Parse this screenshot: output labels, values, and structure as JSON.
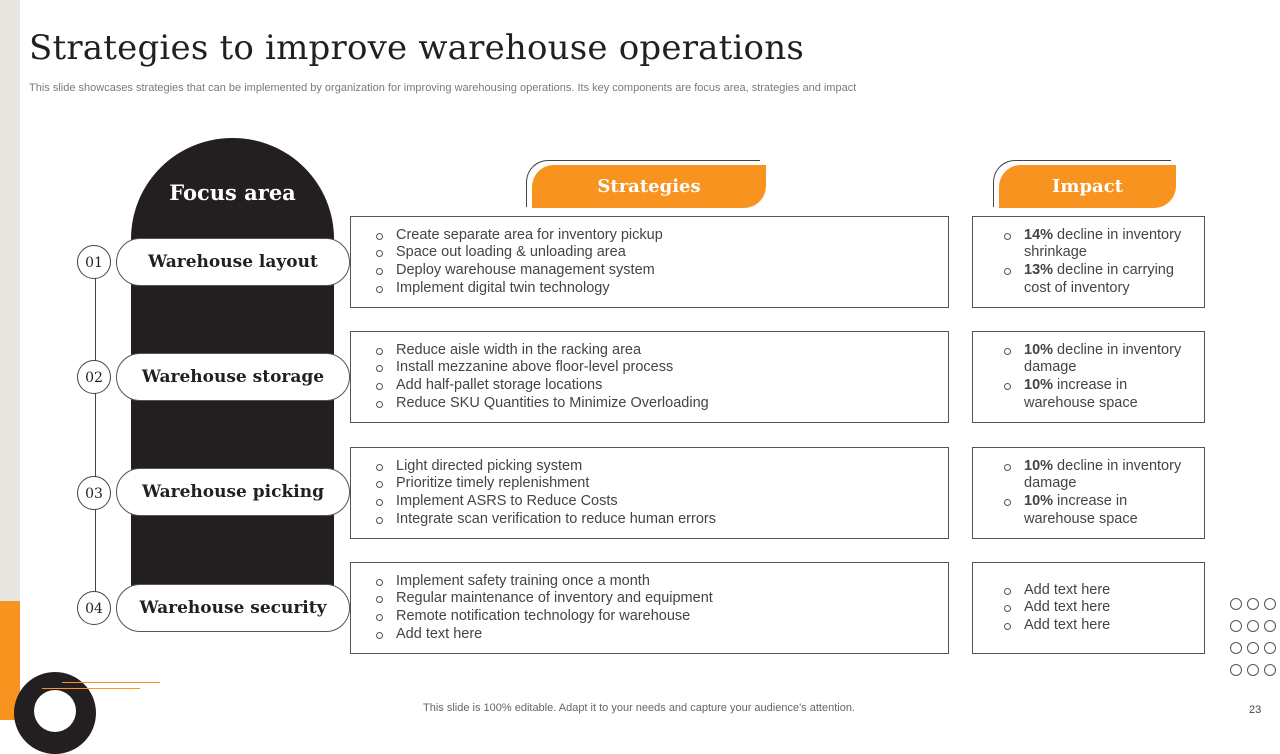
{
  "title": "Strategies to improve warehouse operations",
  "subtitle": "This slide showcases strategies that can be implemented by organization for improving warehousing operations. Its key components are focus area, strategies and impact",
  "headers": {
    "focus": "Focus area",
    "strategies": "Strategies",
    "impact": "Impact"
  },
  "rows": [
    {
      "num": "01",
      "focus": "Warehouse layout",
      "strategies": [
        "Create separate area for inventory pickup",
        "Space out loading & unloading area",
        "Deploy warehouse management system",
        "Implement digital twin technology"
      ],
      "impact": [
        {
          "bold": "14%",
          "text": " decline in inventory shrinkage"
        },
        {
          "bold": "13%",
          "text": " decline in carrying cost of inventory"
        }
      ]
    },
    {
      "num": "02",
      "focus": "Warehouse storage",
      "strategies": [
        "Reduce aisle width in the racking area",
        "Install mezzanine above  floor-level process",
        "Add half-pallet storage locations",
        "Reduce SKU Quantities to Minimize Overloading"
      ],
      "impact": [
        {
          "bold": "10%",
          "text": " decline in inventory damage"
        },
        {
          "bold": "10%",
          "text": " increase in warehouse space"
        }
      ]
    },
    {
      "num": "03",
      "focus": "Warehouse picking",
      "strategies": [
        "Light directed picking system",
        "Prioritize timely replenishment",
        "Implement ASRS to Reduce Costs",
        "Integrate  scan verification to reduce human errors"
      ],
      "impact": [
        {
          "bold": "10%",
          "text": " decline in inventory damage"
        },
        {
          "bold": "10%",
          "text": " increase in warehouse space"
        }
      ]
    },
    {
      "num": "04",
      "focus": "Warehouse security",
      "strategies": [
        "Implement safety training once a  month",
        "Regular maintenance of inventory and equipment",
        "Remote notification technology for warehouse",
        "Add text here"
      ],
      "impact": [
        {
          "bold": "",
          "text": "Add text here"
        },
        {
          "bold": "",
          "text": "Add text here"
        },
        {
          "bold": "",
          "text": "Add text here"
        }
      ]
    }
  ],
  "footer": "This slide is 100% editable. Adapt it to your needs and capture your audience's attention.",
  "page_number": "23",
  "colors": {
    "accent": "#f7931e",
    "dark": "#231f20",
    "text": "#444444"
  }
}
